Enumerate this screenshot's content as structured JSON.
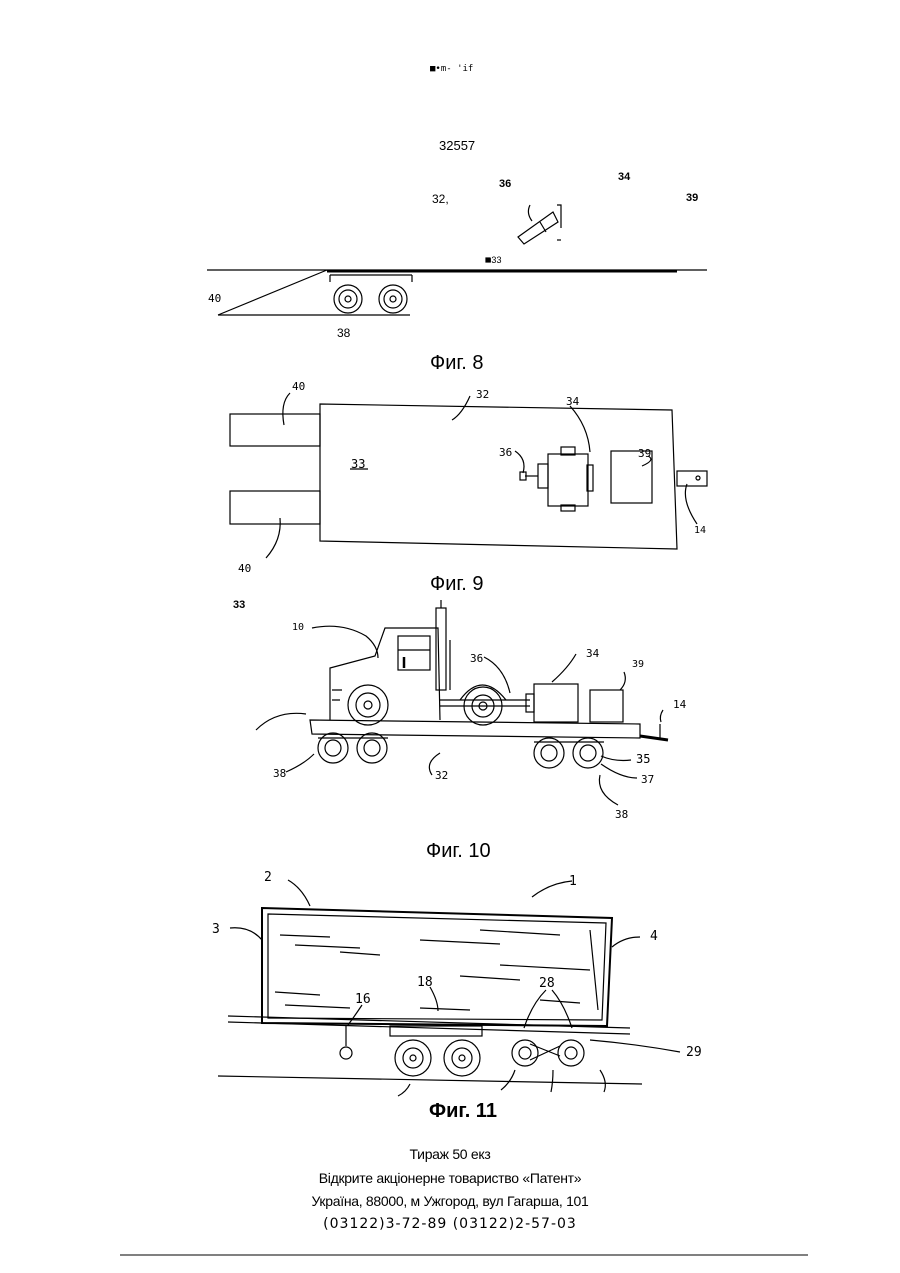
{
  "header": {
    "scan_mark": "■•m-  'if",
    "patent_number": "32557"
  },
  "fig8": {
    "labels": {
      "l36": "36",
      "l34": "34",
      "l32": "32,",
      "l39": "39",
      "l33": "■33",
      "l40": "40",
      "l38": "38"
    },
    "caption": "Фиг. 8"
  },
  "fig9": {
    "labels": {
      "l40a": "40",
      "l32": "32",
      "l34": "34",
      "l36": "36",
      "l33": "33",
      "l39": "39",
      "l14": "14",
      "l40b": "40"
    },
    "caption": "Фиг. 9"
  },
  "fig10": {
    "labels": {
      "l33": "33",
      "l10": "10",
      "l36": "36",
      "l34": "34",
      "l39": "39",
      "l14": "14",
      "l38a": "38",
      "l32": "32",
      "l35": "35",
      "l37": "37",
      "l38b": "38"
    },
    "caption": "Фиг. 10"
  },
  "fig11": {
    "labels": {
      "l2": "2",
      "l1": "1",
      "l3": "3",
      "l4": "4",
      "l16": "16",
      "l18": "18",
      "l28": "28",
      "l29": "29"
    },
    "caption": "Фиг. 11"
  },
  "footer": {
    "circulation": "Тираж 50 екз",
    "publisher": "Відкрите акціонерне товариство «Патент»",
    "address": "Україна, 88000, м Ужгород, вул Гагарша, 101",
    "phones": "(03122)3-72-89  (03122)2-57-03"
  }
}
